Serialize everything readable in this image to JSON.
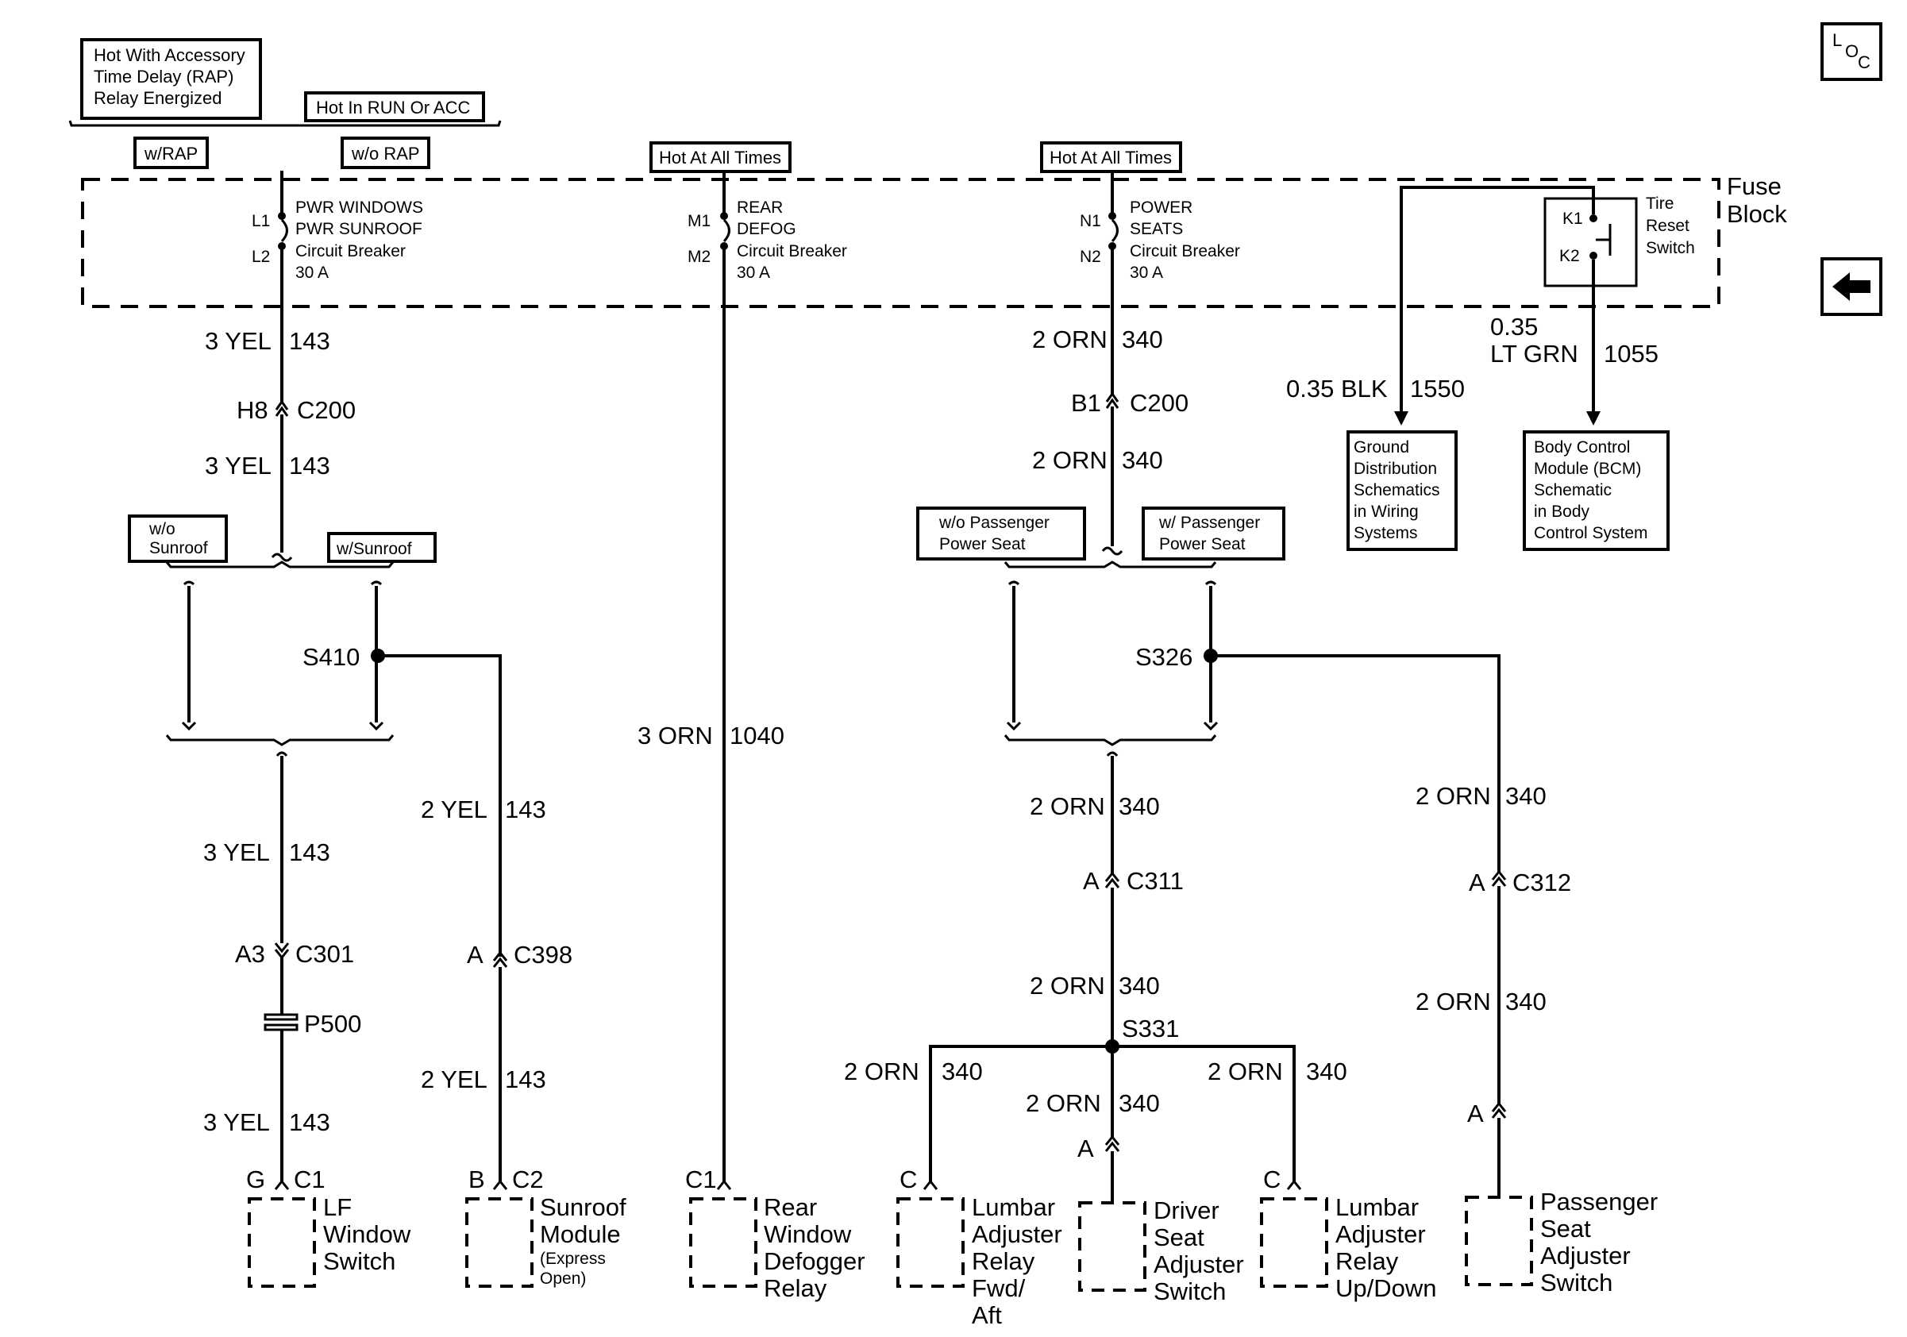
{
  "top_labels": {
    "rap_hot": [
      "Hot With Accessory",
      "Time Delay (RAP)",
      "Relay Energized"
    ],
    "run_acc": "Hot In RUN Or ACC",
    "with_rap": "w/RAP",
    "without_rap": "w/o RAP",
    "hot_all_times_1": "Hot At All Times",
    "hot_all_times_2": "Hot At All Times"
  },
  "fuse_block": {
    "title": [
      "Fuse",
      "Block"
    ],
    "pwr_windows": {
      "pins": [
        "L1",
        "L2"
      ],
      "text": [
        "PWR WINDOWS",
        "PWR SUNROOF",
        "Circuit Breaker",
        "30 A"
      ]
    },
    "rear_defog": {
      "pins": [
        "M1",
        "M2"
      ],
      "text": [
        "REAR",
        "DEFOG",
        "Circuit Breaker",
        "30 A"
      ]
    },
    "power_seats": {
      "pins": [
        "N1",
        "N2"
      ],
      "text": [
        "POWER",
        "SEATS",
        "Circuit Breaker",
        "30 A"
      ]
    },
    "tire_reset": {
      "pins": [
        "K1",
        "K2"
      ],
      "text": [
        "Tire",
        "Reset",
        "Switch"
      ]
    }
  },
  "wires": {
    "w1a": [
      "3 YEL",
      "143"
    ],
    "w1b": [
      "3 YEL",
      "143"
    ],
    "w1c": [
      "3 YEL",
      "143"
    ],
    "w1d": [
      "3 YEL",
      "143"
    ],
    "w2a": [
      "2 YEL",
      "143"
    ],
    "w2b": [
      "2 YEL",
      "143"
    ],
    "w3": [
      "3 ORN",
      "1040"
    ],
    "w4a": [
      "2 ORN",
      "340"
    ],
    "w4b": [
      "2 ORN",
      "340"
    ],
    "w4c": [
      "2 ORN",
      "340"
    ],
    "w4d": [
      "2 ORN",
      "340"
    ],
    "w4e": [
      "2 ORN",
      "340"
    ],
    "w4f": [
      "2 ORN",
      "340"
    ],
    "w4g": [
      "2 ORN",
      "340"
    ],
    "w5a": [
      "2 ORN",
      "340"
    ],
    "w5b": [
      "2 ORN",
      "340"
    ],
    "blk": [
      "0.35 BLK",
      "1550"
    ],
    "ltgrn": [
      "0.35",
      "LT GRN",
      "1055"
    ]
  },
  "connectors": {
    "c200a": [
      "H8",
      "C200"
    ],
    "c200b": [
      "B1",
      "C200"
    ],
    "c301": [
      "A3",
      "C301"
    ],
    "p500": "P500",
    "c398": [
      "A",
      "C398"
    ],
    "c311": [
      "A",
      "C311"
    ],
    "c312": [
      "A",
      "C312"
    ],
    "s410": "S410",
    "s326": "S326",
    "s331": "S331",
    "driver_a": "A",
    "pass_a": "A",
    "lf_c1": [
      "G",
      "C1"
    ],
    "sun_c2": [
      "B",
      "C2"
    ],
    "defog_c1": "C1",
    "lumbar1_c": "C",
    "lumbar2_c": "C"
  },
  "options": {
    "wo_sunroof": [
      "w/o",
      "Sunroof"
    ],
    "w_sunroof": "w/Sunroof",
    "wo_pass_seat": [
      "w/o Passenger",
      "Power Seat"
    ],
    "w_pass_seat": [
      "w/ Passenger",
      "Power Seat"
    ]
  },
  "references": {
    "ground": [
      "Ground",
      "Distribution",
      "Schematics",
      "in Wiring",
      "Systems"
    ],
    "bcm": [
      "Body Control",
      "Module (BCM)",
      "Schematic",
      "in Body",
      "Control System"
    ]
  },
  "components": {
    "lf_window": [
      "LF",
      "Window",
      "Switch"
    ],
    "sunroof": {
      "main": [
        "Sunroof",
        "Module"
      ],
      "sub": [
        "(Express",
        "Open)"
      ]
    },
    "defogger": [
      "Rear",
      "Window",
      "Defogger",
      "Relay"
    ],
    "lumbar_fwd": [
      "Lumbar",
      "Adjuster",
      "Relay",
      "Fwd/",
      "Aft"
    ],
    "driver_seat": [
      "Driver",
      "Seat",
      "Adjuster",
      "Switch"
    ],
    "lumbar_up": [
      "Lumbar",
      "Adjuster",
      "Relay",
      "Up/Down"
    ],
    "passenger_seat": [
      "Passenger",
      "Seat",
      "Adjuster",
      "Switch"
    ]
  },
  "icons": {
    "loc": [
      "L",
      "O",
      "C"
    ],
    "back": "back-arrow-icon"
  }
}
